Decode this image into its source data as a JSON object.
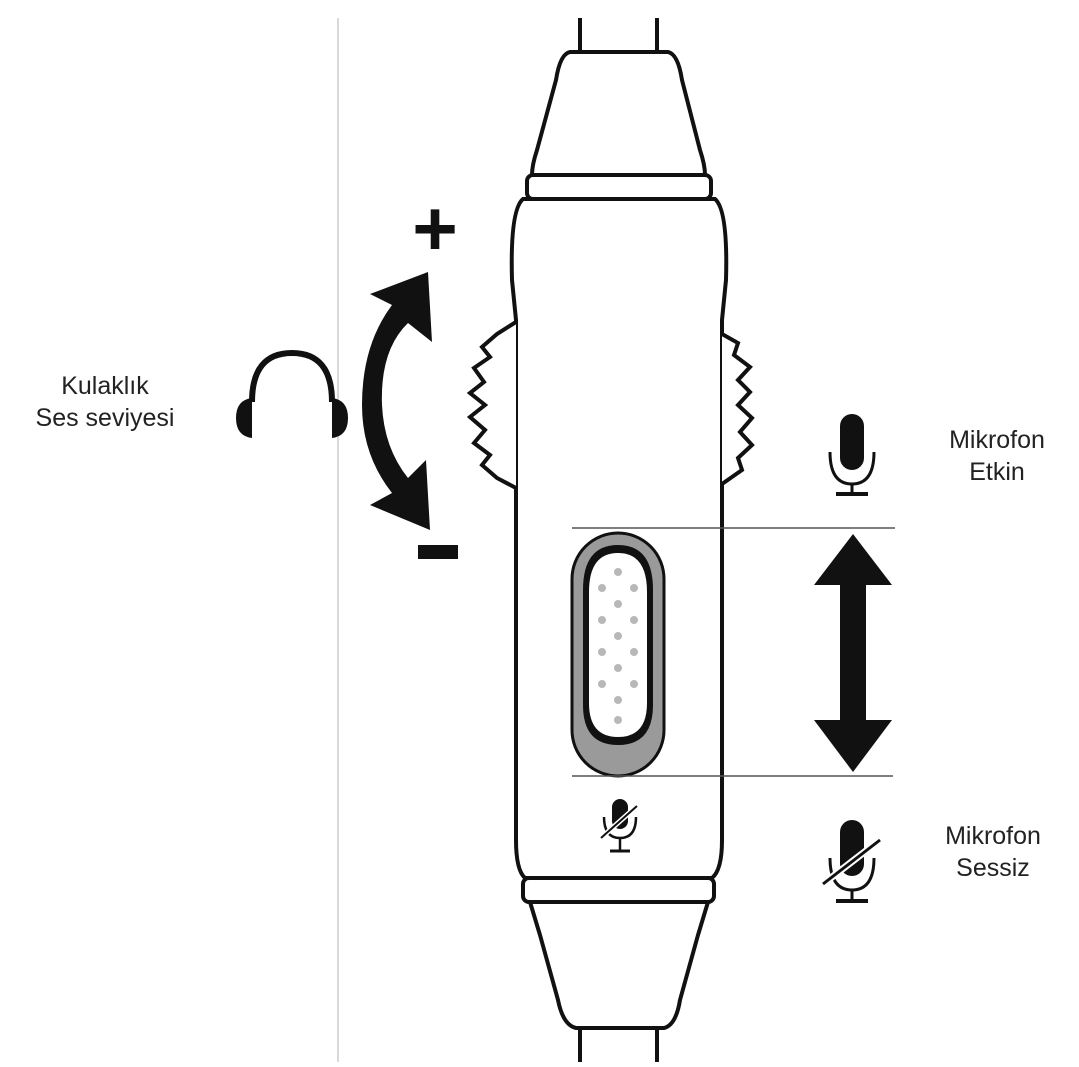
{
  "labels": {
    "headset_volume": {
      "line1": "Kulaklık",
      "line2": "Ses seviyesi"
    },
    "mic_active": {
      "line1": "Mikrofon",
      "line2": "Etkin"
    },
    "mic_muted": {
      "line1": "Mikrofon",
      "line2": "Sessiz"
    }
  },
  "symbols": {
    "volume_up": "+",
    "volume_down": "-"
  },
  "icons": {
    "headphone": "headphone-icon",
    "mic_on": "microphone-icon",
    "mic_muted": "microphone-muted-icon",
    "volume_arrow": "curved-double-arrow-icon",
    "slider_arrow": "vertical-double-arrow-icon"
  },
  "colors": {
    "ink": "#111111",
    "switch_gray": "#9a9a9a",
    "dot_gray": "#b8b8b8",
    "divider_line": "#cccccc"
  }
}
